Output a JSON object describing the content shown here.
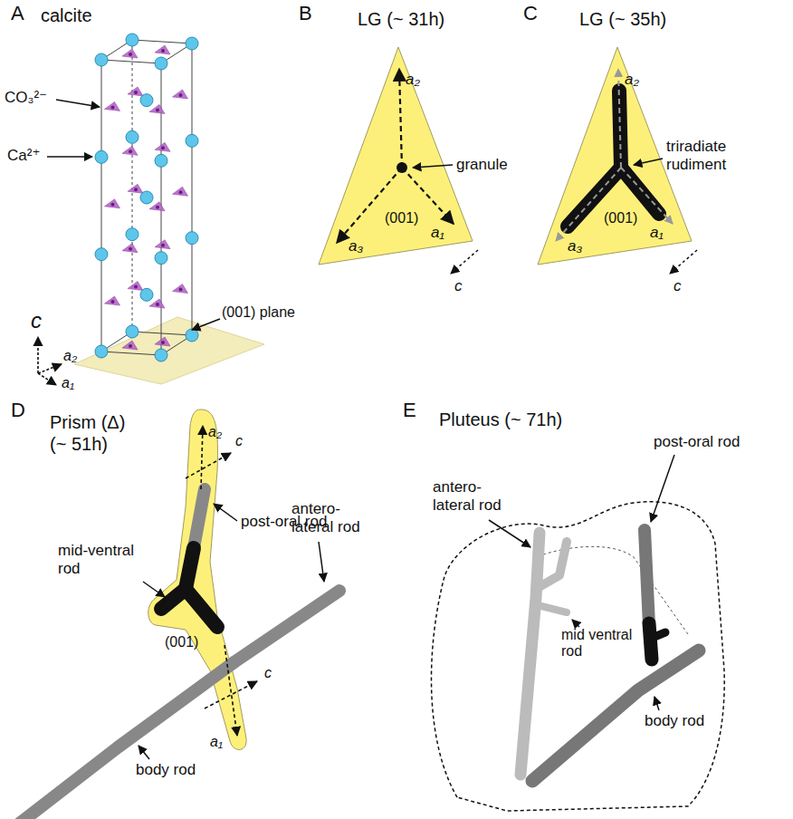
{
  "diagram": {
    "labels": [
      "A",
      "calcite",
      "CO₃²⁻",
      "Ca²⁺",
      "c",
      "a₂",
      "a₁",
      "(001) plane",
      "B",
      "LG (~ 31h)",
      "a₂",
      "granule",
      "a₃",
      "(001)",
      "a₁",
      "c",
      "C",
      "LG (~ 35h)",
      "a₂",
      "triradiate rudiment",
      "a₃",
      "(001)",
      "a₁",
      "c",
      "D",
      "Prism (Δ)",
      "(~ 51h)",
      "a₂",
      "c",
      "post-oral rod",
      "mid-ventral rod",
      "antero-lateral rod",
      "(001)",
      "c",
      "a₁",
      "body rod",
      "E",
      "Pluteus (~ 71h)",
      "post-oral rod",
      "antero-lateral rod",
      "mid ventral rod",
      "body rod"
    ]
  }
}
